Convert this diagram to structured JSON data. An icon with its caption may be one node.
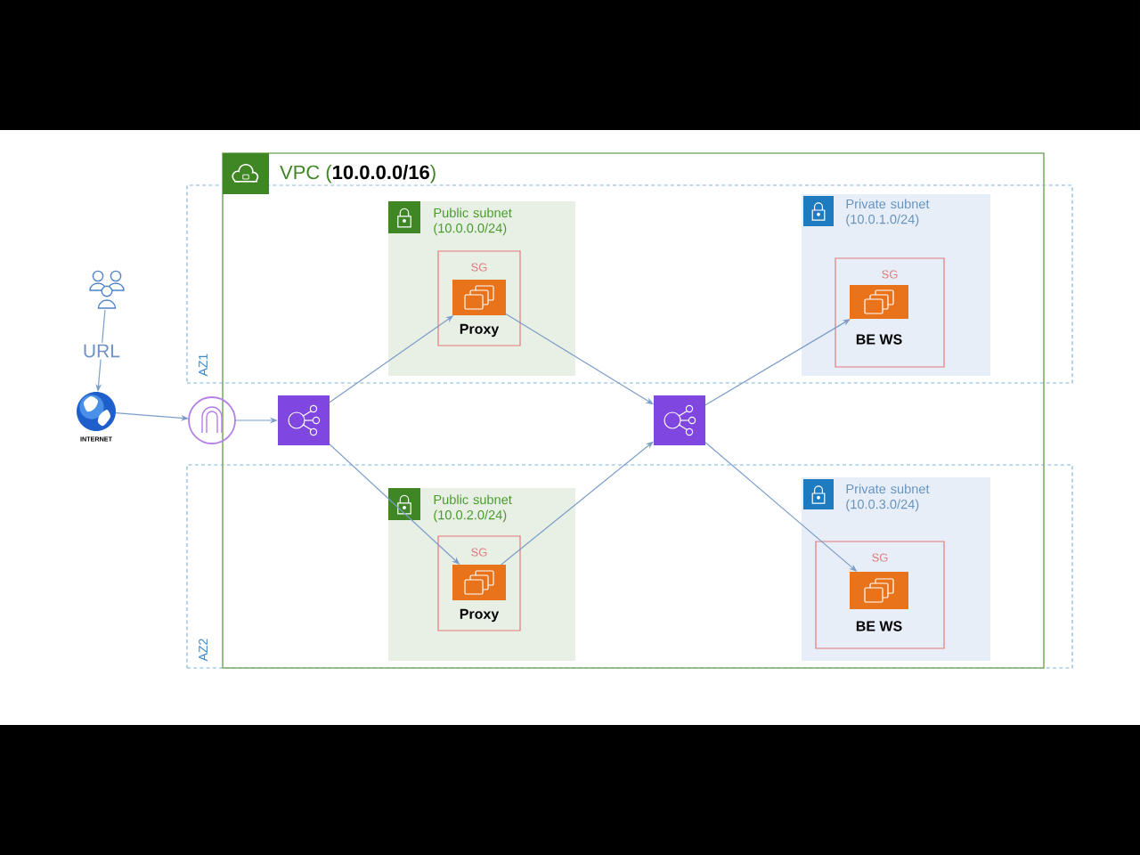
{
  "diagram": {
    "nodes": [
      {
        "text": [
          "VPC (**10.0.0.0/16**)"
        ]
      },
      {
        "text": [
          "AZ1"
        ]
      },
      {
        "text": [
          "Public subnet (10.0.0.0/24)"
        ],
        "in": 1
      },
      {
        "text": [
          "SG"
        ],
        "in": 2
      },
      {
        "text": [
          "Proxy"
        ],
        "in": 3
      },
      {
        "text": [
          "Private subnet (10.0.1.0/24)"
        ],
        "in": 1
      },
      {
        "text": [
          "SG"
        ],
        "in": 5
      },
      {
        "text": [
          "BE WS"
        ],
        "in": 6
      },
      {
        "text": [
          "AZ2"
        ]
      },
      {
        "text": [
          "Public subnet (10.0.2.0/24)"
        ],
        "in": 8
      },
      {
        "text": [
          "SG"
        ],
        "in": 9
      },
      {
        "text": [
          "Proxy"
        ],
        "in": 10
      },
      {
        "text": [
          "Private subnet (10.0.3.0/24)"
        ],
        "in": 8
      },
      {
        "text": [
          "SG"
        ],
        "in": 12
      },
      {
        "text": [
          "BE WS"
        ],
        "in": 13
      },
      {
        "text": [],
        "shape": "person"
      },
      {
        "text": [
          "INTERNET"
        ]
      },
      {
        "text": [],
        "shape": "circle"
      },
      {
        "text": [],
        "shape": "box",
        "in": 0
      },
      {
        "text": [],
        "shape": "box",
        "in": 0
      }
    ],
    "edges": [
      {
        "from": 15,
        "to": 16,
        "arrow": "to",
        "label": "URL"
      },
      {
        "from": 16,
        "to": 17,
        "arrow": "to"
      },
      {
        "from": 17,
        "to": 18,
        "arrow": "to"
      },
      {
        "from": 18,
        "to": 4,
        "arrow": "to"
      },
      {
        "from": 18,
        "to": 11,
        "arrow": "to"
      },
      {
        "from": 4,
        "to": 19,
        "arrow": "to"
      },
      {
        "from": 11,
        "to": 19,
        "arrow": "to"
      },
      {
        "from": 19,
        "to": 7,
        "arrow": "to"
      },
      {
        "from": 19,
        "to": 14,
        "arrow": "to"
      }
    ]
  }
}
